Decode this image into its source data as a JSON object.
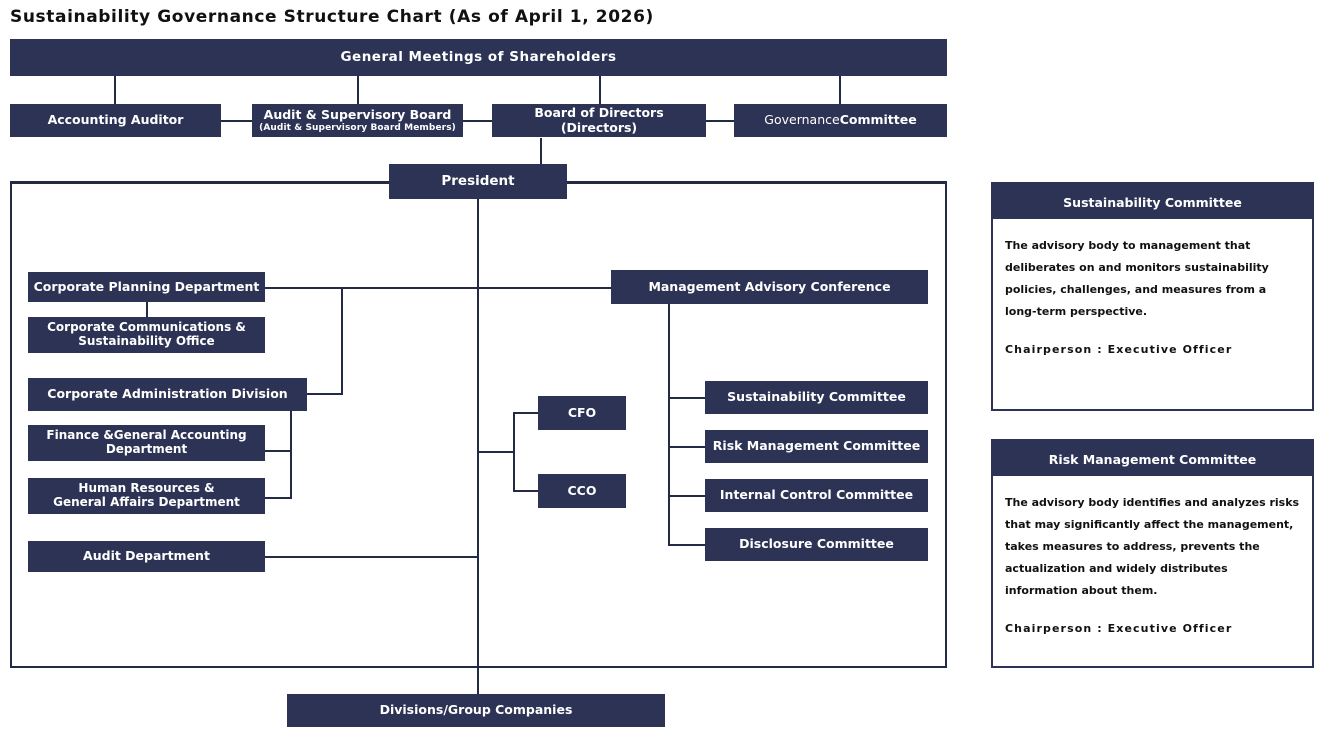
{
  "page": {
    "title": "Sustainability Governance Structure Chart (As of April 1, 2026)",
    "accent_navy": "#2d3355",
    "line_color": "#222a45",
    "background": "#ffffff"
  },
  "chart": {
    "type": "org-chart",
    "nodes": {
      "shareholders": "General Meetings of Shareholders",
      "accounting_auditor": "Accounting Auditor",
      "audit_board_main": "Audit & Supervisory  Board",
      "audit_board_sub": "(Audit & Supervisory  Board Members)",
      "board_of_directors_line1": "Board of Directors",
      "board_of_directors_line2": "(Directors)",
      "governance_committee_part1": "Governance ",
      "governance_committee_part2": "Committee",
      "president": "President",
      "corporate_planning": "Corporate Planning Department",
      "corporate_comms_line1": "Corporate Communications &",
      "corporate_comms_line2": "Sustainability Office",
      "corporate_admin": "Corporate Administration Division",
      "finance_line1": "Finance &General Accounting",
      "finance_line2": "Department",
      "hr_line1": "Human Resources &",
      "hr_line2": "General Affairs Department",
      "audit_department": "Audit Department",
      "management_advisory": "Management Advisory Conference",
      "cfo": "CFO",
      "cco": "CCO",
      "sustainability_committee": "Sustainability Committee",
      "risk_management_committee": "Risk Management Committee",
      "internal_control_committee": "Internal Control Committee",
      "disclosure_committee": "Disclosure Committee",
      "divisions_group": "Divisions/Group Companies"
    }
  },
  "panels": [
    {
      "heading": "Sustainability Committee",
      "body": "The advisory body to management that deliberates on and monitors sustainability policies, challenges, and measures from a long-term perspective.",
      "chair": "Chairperson : Executive Officer"
    },
    {
      "heading": "Risk Management Committee",
      "body": "The advisory body identifies and analyzes risks that may significantly affect the management, takes measures to address, prevents the actualization and widely distributes information about them.",
      "chair": " Chairperson : Executive Officer"
    }
  ]
}
